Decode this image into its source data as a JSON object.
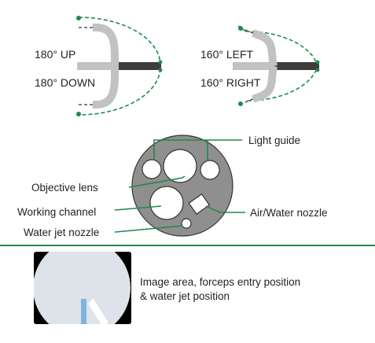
{
  "bending": {
    "up_label": "180° UP",
    "down_label": "180° DOWN",
    "left_label": "160° LEFT",
    "right_label": "160° RIGHT"
  },
  "tip": {
    "light_guide": "Light guide",
    "objective_lens": "Objective lens",
    "working_channel": "Working channel",
    "air_water_nozzle": "Air/Water nozzle",
    "water_jet_nozzle": "Water jet nozzle"
  },
  "image_area": {
    "line1": "Image area, forceps entry position",
    "line2": "& water jet position"
  },
  "colors": {
    "green": "#1f8a4c",
    "tip_gray": "#8f8f8f",
    "scope_light": "#c2c2c2",
    "scope_dark": "#3d3d3d",
    "image_bg": "#dde3e8",
    "jet_blue": "#7fb2dc"
  }
}
